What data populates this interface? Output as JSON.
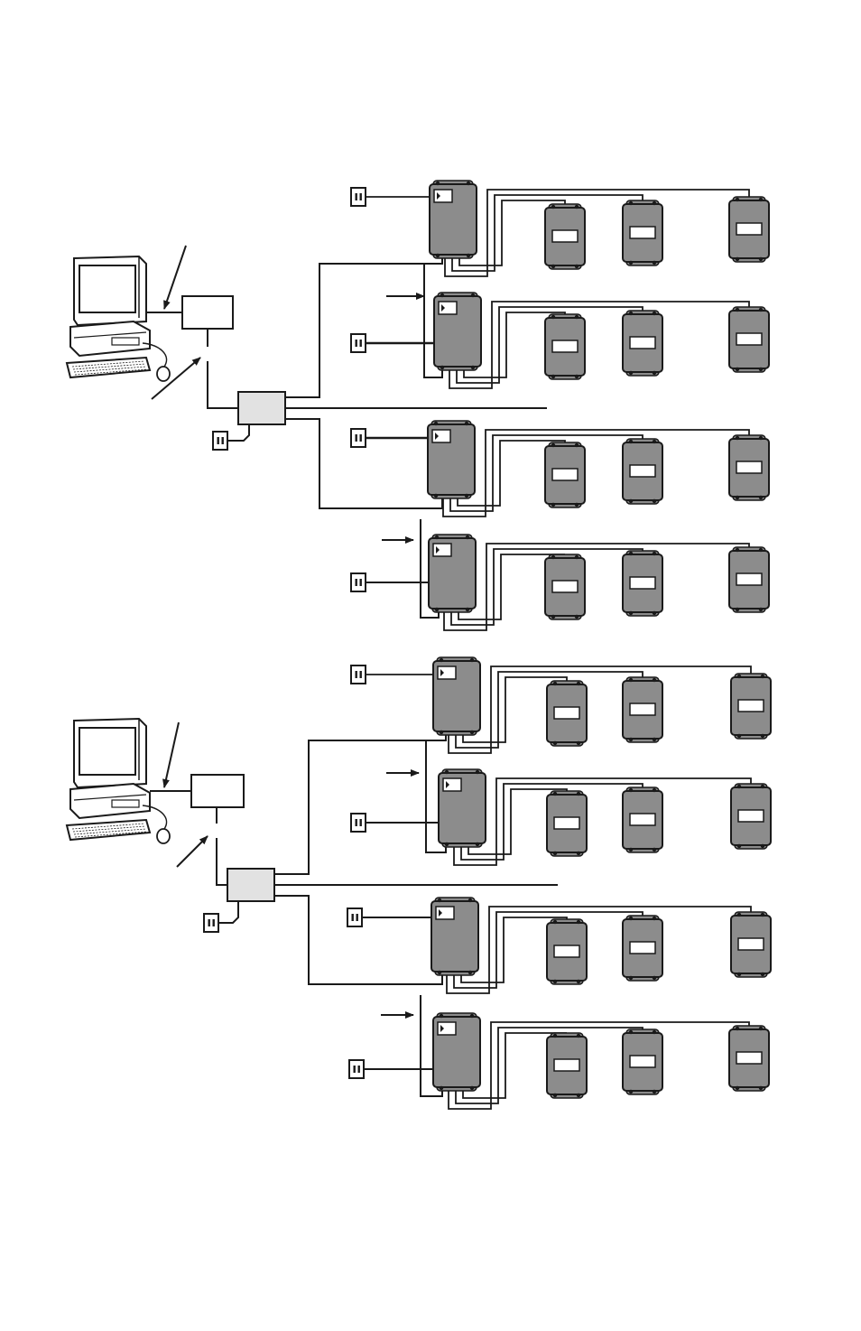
{
  "diagram": {
    "colors": {
      "line": "#1a1a1a",
      "device_fill": "#8c8c8c",
      "hub_fill": "#e2e2e2",
      "white": "#ffffff"
    },
    "icons": {
      "computer": "computer-workstation-icon",
      "outlet": "power-outlet-icon",
      "controller": "access-controller-icon",
      "reader": "card-reader-icon",
      "hub": "network-hub-icon",
      "converter": "converter-box-icon",
      "arrow": "callout-arrow-icon"
    },
    "sections": [
      {
        "name": "upper-network",
        "controllers": 4,
        "readers_per_controller": 3
      },
      {
        "name": "lower-network",
        "controllers": 4,
        "readers_per_controller": 3
      }
    ]
  }
}
